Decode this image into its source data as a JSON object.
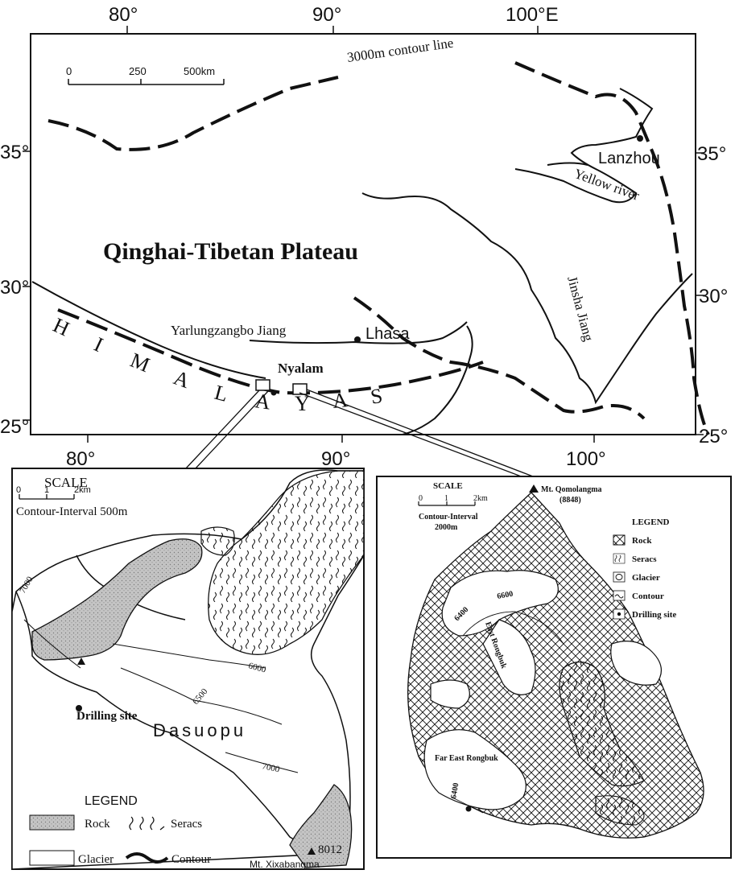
{
  "overview": {
    "top_lon_ticks": [
      "80°",
      "90°",
      "100°E"
    ],
    "bottom_lon_ticks": [
      "80°",
      "90°",
      "100°"
    ],
    "left_lat_ticks": [
      "35°",
      "30°",
      "25°"
    ],
    "right_lat_ticks": [
      "35°",
      "30°",
      "25°"
    ],
    "scale_ticks": [
      "0",
      "250",
      "500km"
    ],
    "contour_label": "3000m contour line",
    "plateau_title": "Qinghai-Tibetan Plateau",
    "himalayas_letters": [
      "H",
      "I",
      "M",
      "A",
      "L",
      "A",
      "Y",
      "A",
      "S"
    ],
    "places": {
      "lanzhou": "Lanzhou",
      "lhasa": "Lhasa",
      "nyalam": "Nyalam"
    },
    "rivers": {
      "yellow": "Yellow river",
      "jinsha": "Jinsha Jiang",
      "yarlung": "Yarlungzangbo Jiang"
    }
  },
  "dasuopu": {
    "scale_title": "SCALE",
    "scale_ticks": [
      "0",
      "1",
      "2km"
    ],
    "contour_interval": "Contour-Interval 500m",
    "contour_labels": [
      "7000",
      "6000",
      "6500",
      "7000"
    ],
    "drilling_site": "Drilling site",
    "glacier_name": "Dasuopu",
    "summit_elevation": "8012",
    "summit_name": "Mt. Xixabangma",
    "legend": {
      "title": "LEGEND",
      "rock": "Rock",
      "seracs": "Seracs",
      "glacier": "Glacier",
      "contour": "Contour"
    }
  },
  "rongbuk": {
    "scale_title": "SCALE",
    "scale_ticks": [
      "0",
      "1",
      "2km"
    ],
    "contour_interval_1": "Contour-Interval",
    "contour_interval_2": "2000m",
    "summit_name": "Mt. Qomolangma",
    "summit_elevation": "(8848)",
    "contour_labels": [
      "6600",
      "6400",
      "6400"
    ],
    "east_rongbuk": "East Rongbuk",
    "far_east_rongbuk": "Far East Rongbuk",
    "legend": {
      "title": "LEGEND",
      "rock": "Rock",
      "seracs": "Seracs",
      "glacier": "Glacier",
      "contour": "Contour",
      "drilling_site": "Drilling site"
    }
  }
}
